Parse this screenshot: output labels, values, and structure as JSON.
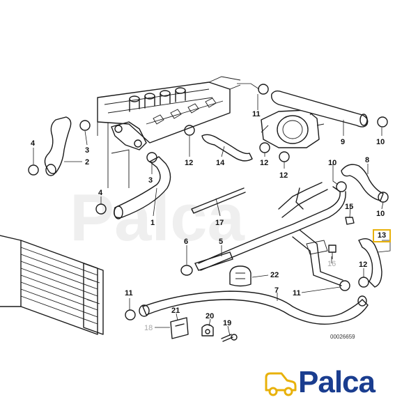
{
  "diagram": {
    "part_labels": [
      {
        "id": "l4a",
        "text": "4"
      },
      {
        "id": "l3a",
        "text": "3"
      },
      {
        "id": "l2",
        "text": "2"
      },
      {
        "id": "l3b",
        "text": "3"
      },
      {
        "id": "l4b",
        "text": "4"
      },
      {
        "id": "l1",
        "text": "1"
      },
      {
        "id": "l11a",
        "text": "11"
      },
      {
        "id": "l9",
        "text": "9"
      },
      {
        "id": "l10a",
        "text": "10"
      },
      {
        "id": "l12a",
        "text": "12"
      },
      {
        "id": "l14",
        "text": "14"
      },
      {
        "id": "l12b",
        "text": "12"
      },
      {
        "id": "l12c",
        "text": "12"
      },
      {
        "id": "l10b",
        "text": "10"
      },
      {
        "id": "l8",
        "text": "8"
      },
      {
        "id": "l10c",
        "text": "10"
      },
      {
        "id": "l15",
        "text": "15"
      },
      {
        "id": "l17",
        "text": "17"
      },
      {
        "id": "l6",
        "text": "6"
      },
      {
        "id": "l5",
        "text": "5"
      },
      {
        "id": "l22",
        "text": "22"
      },
      {
        "id": "l12d",
        "text": "12"
      },
      {
        "id": "l11b",
        "text": "11"
      },
      {
        "id": "l11c",
        "text": "11"
      },
      {
        "id": "l7",
        "text": "7"
      },
      {
        "id": "l21",
        "text": "21"
      },
      {
        "id": "l20",
        "text": "20"
      },
      {
        "id": "l19",
        "text": "19"
      }
    ],
    "grey_labels": [
      {
        "id": "g16",
        "text": "16"
      },
      {
        "id": "g18",
        "text": "18"
      }
    ],
    "highlighted_label": "13",
    "document_number": "00026659"
  },
  "brand": {
    "name": "Palca",
    "watermark": "Palca",
    "logo_color": "#1a3d8f",
    "highlight_color": "#e8b10a"
  }
}
